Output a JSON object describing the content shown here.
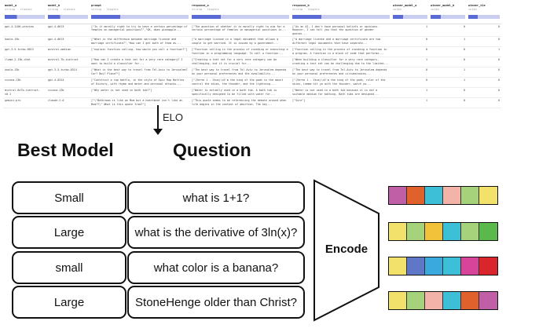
{
  "table": {
    "columns": [
      {
        "name": "model_a",
        "sub": "string · classes"
      },
      {
        "name": "model_b",
        "sub": "string · classes"
      },
      {
        "name": "prompt",
        "sub": "string · lengths"
      },
      {
        "name": "response_a",
        "sub": "string · lengths"
      },
      {
        "name": "response_b",
        "sub": "string · lengths"
      },
      {
        "name": "winner_model_a",
        "sub": "int64"
      },
      {
        "name": "winner_model_b",
        "sub": "int64"
      },
      {
        "name": "winner_tie",
        "sub": "int64"
      }
    ],
    "rows": [
      [
        "gpt-4-1106-preview",
        "gpt-4-0613",
        "[\"Is it morally right to try to have a certain percentage of females on managerial positions?\",\"OK, does pineapple...",
        "[\"The question of whether it is morally right to aim for a certain percentage of females in managerial positions is...",
        "[\"As an AI, I don't have personal beliefs or opinions. However, I can tell you that the question of gender quotas...",
        "1",
        "0",
        "0"
      ],
      [
        "koala-13b",
        "gpt-4-0613",
        "[\"What is the difference between marriage license and marriage certificate?\",\"How can I get both of them as...",
        "[\"A marriage license is a legal document that allows a couple to get married. It is issued by a government...",
        "[\"A marriage license and a marriage certificate are two different legal documents that have separate...",
        "0",
        "1",
        "0"
      ],
      [
        "gpt-3.5-turbo-0613",
        "mistral-medium",
        "[\"explain function calling. how would you call a function?\"]",
        "[\"Function calling is the process of invoking or executing a function in a programming language. To call a function...",
        "[\"Function calling is the process of invoking a function in a program. A function is a block of code that performs...",
        "0",
        "0",
        "1"
      ],
      [
        "llama-2-13b-chat",
        "mistral-7b-instruct",
        "[\"How can I create a test set for a very rare category? I want to build a classifier for...",
        "[\"Creating a test set for a very rare category can be challenging, but it is crucial for...",
        "[\"When building a classifier for a very rare category, creating a test set can be challenging due to the limited...",
        "1",
        "0",
        "0"
      ],
      [
        "koala-13b",
        "gpt-3.5-turbo-0314",
        "[\"What is the best way to travel from Tel-Aviv to Jerusalem? Car? Bus? Plane?\"]",
        "[\"The best way to travel from Tel Aviv to Jerusalem depends on your personal preferences and the availability...",
        "[\"The best way to travel from Tel-Aviv to Jerusalem depends on your personal preferences and circumstances...",
        "0",
        "1",
        "0"
      ],
      [
        "vicuna-13b",
        "gpt-4-0314",
        "[\"Construct a rap battle, in the style of Epic Rap Battles of History, with rhyme and meter and personal attacks...",
        "[\"(Verse 1 - Zeus)\\nI'm the king of the gods in the mount control the skies, the thunder, and the lightning...",
        "[\"(Verse 1 - Zeus)\\nI'm the king of the gods, ruler of the skies, Lemme hit ya with the thunder, watch ya...",
        "0",
        "1",
        "0"
      ],
      [
        "mixtral-8x7b-instruct-v0.1",
        "vicuna-13b",
        "[\"Why water is not used in bath tub?\"]",
        "[\"Water is actually used in a bath tub. A bath tub is specifically designed to be filled with water for...",
        "[\"Water is not used in a bath tub because it is not a suitable medium for bathing. Bath tubs are designed...",
        "1",
        "0",
        "0"
      ],
      [
        "gemini-pro",
        "claude-2.0",
        "[\"\\\"Bathroom is like an Mum but a heartbeat isn't like an Mum??\\\" What is this quote from?\"]",
        "[\"This quote seems to be referencing the debate around when life begins in the context of abortion. The key...",
        "[\"Sure\"]",
        "1",
        "0",
        "0"
      ]
    ]
  },
  "arrow": {
    "label": "ELO"
  },
  "headers": {
    "best_model": "Best Model",
    "question": "Question"
  },
  "pairs": [
    {
      "model": "Small",
      "question": "what is 1+1?"
    },
    {
      "model": "Large",
      "question": "what is the derivative of 3ln(x)?"
    },
    {
      "model": "small",
      "question": "what color is a banana?"
    },
    {
      "model": "Large",
      "question": "StoneHenge older than Christ?"
    }
  ],
  "encoder": {
    "label": "Encode"
  },
  "embeddings": [
    [
      "#c05fa6",
      "#e0612c",
      "#3dbfd8",
      "#f4b3a8",
      "#a6d27c",
      "#f2e16a"
    ],
    [
      "#f2e16a",
      "#a6d27c",
      "#f2c23b",
      "#3dbfd8",
      "#a6d27c",
      "#5bb84a"
    ],
    [
      "#f2e16a",
      "#5f77c6",
      "#3aa9dd",
      "#3dbfd8",
      "#d7449a",
      "#d9262c"
    ],
    [
      "#f2e16a",
      "#a6d27c",
      "#f4b3a8",
      "#3dbfd8",
      "#e0612c",
      "#c05fa6"
    ]
  ],
  "colors": {
    "sparkline": "#5b6bd6"
  }
}
